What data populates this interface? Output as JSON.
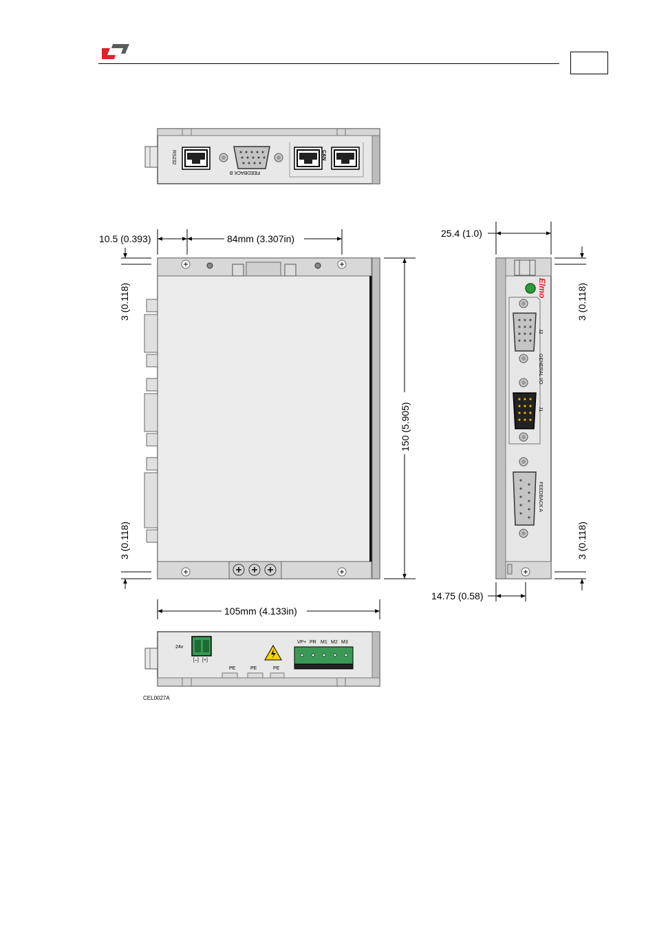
{
  "header": {
    "logo_icon": "elmo-logo-icon",
    "brand_colors": {
      "red": "#d9232e",
      "gray": "#5b5b5b"
    }
  },
  "top_view": {
    "rs232": "RS232",
    "feedback_b": "FEEDBACK B",
    "can": "CAN"
  },
  "dimensions": {
    "left_offset": "10.5 (0.393)",
    "hole_spacing": "84mm (3.307in)",
    "top_margin": "3 (0.118)",
    "bottom_margin": "3 (0.118)",
    "height": "150 (5.905)",
    "width": "105mm (4.133in)",
    "side_depth": "25.4 (1.0)",
    "side_top_margin": "3 (0.118)",
    "side_bottom_margin": "3 (0.118)",
    "side_hole_offset": "14.75 (0.58)"
  },
  "side_view": {
    "brand": "Elmo",
    "j2": "J2",
    "general_io": "GENERAL I/O",
    "j1": "J1",
    "feedback_a": "FEEDBACK A",
    "led_color": "#2e9a35"
  },
  "bottom_view": {
    "voltage": "24v",
    "minus": "[–]",
    "plus": "[+]",
    "power_pins": [
      "VP+",
      "PR",
      "M1",
      "M2",
      "M3"
    ],
    "pe": [
      "PE",
      "PE",
      "PE"
    ],
    "warning_icon": "high-voltage-warning-icon"
  },
  "figure_code": "CEL0027A"
}
